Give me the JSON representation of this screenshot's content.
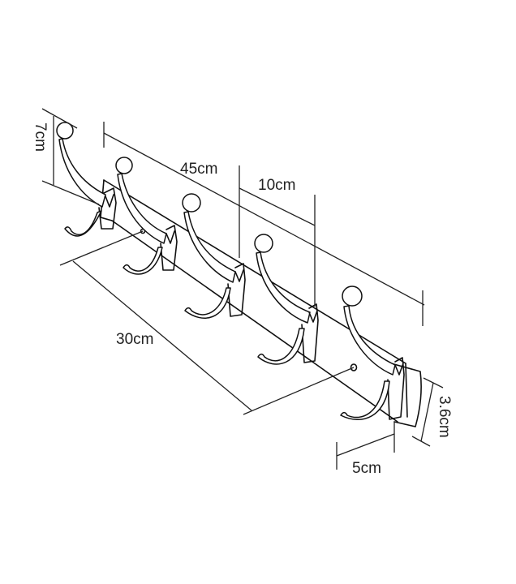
{
  "diagram": {
    "subject": "5-hook wall-mounted coat rack",
    "hook_count": 5,
    "line_color": "#111111",
    "background": "#ffffff",
    "dimensions": {
      "hook_height": "7cm",
      "total_length": "45cm",
      "hook_spacing": "10cm",
      "screw_hole_spacing": "30cm",
      "rail_height": "3.6cm",
      "hook_depth": "5cm"
    }
  }
}
